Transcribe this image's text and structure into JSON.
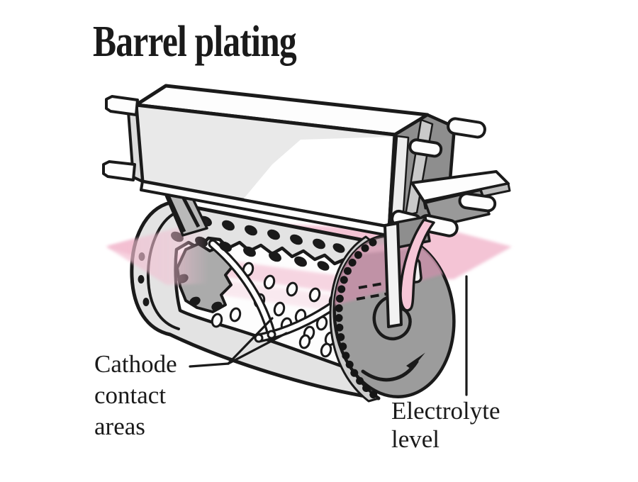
{
  "title": "Barrel plating",
  "labels": {
    "cathode_contact": {
      "line1": "Cathode",
      "line2": "contact",
      "line3": "areas"
    },
    "electrolyte_level": {
      "line1": "Electrolyte",
      "line2": "level"
    }
  },
  "colors": {
    "paper": "#ffffff",
    "ink": "#1a1a1a",
    "pink": "#f3bed1",
    "pinkDeep": "#c791a9",
    "surface": "#e3e3e3",
    "diskGray": "#9c9c9c",
    "heap": "#ababab",
    "darkFace": "#8e8e8e"
  },
  "figure": {
    "components": [
      "support-frame",
      "perforated-barrel",
      "barrel-cutaway-interior",
      "cathode-danglers",
      "parts-heap",
      "gear-ring",
      "barrel-end-disk",
      "rotation-arrow",
      "electrolyte-band"
    ]
  }
}
